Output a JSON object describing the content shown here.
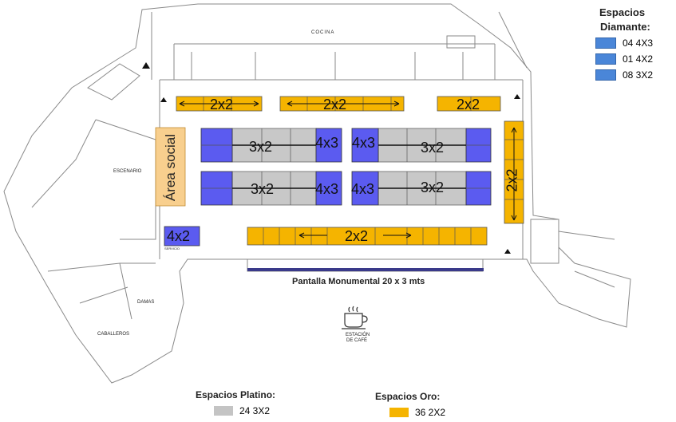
{
  "rooms": {
    "cocina": "COCINA",
    "escenario": "ESCENARIO",
    "damas": "DAMAS",
    "caballeros": "CABALLEROS",
    "estacion_cafe_line1": "ESTACIÓN",
    "estacion_cafe_line2": "DE CAFÉ",
    "servicio": "SERVICIO"
  },
  "social_area": "Área social",
  "screen_label": "Pantalla Monumental 20 x 3 mts",
  "booths": {
    "oro_top_left": "2x2",
    "oro_top_mid": "2x2",
    "oro_top_right": "2x2",
    "oro_right": "2x2",
    "oro_bottom": "2x2",
    "platino_1": "3x2",
    "platino_2": "3x2",
    "platino_3": "3x2",
    "platino_4": "3x2",
    "diamante_1": "4x3",
    "diamante_2": "4x3",
    "diamante_3": "4x3",
    "diamante_4": "4x3",
    "diamante_4x2": "4x2"
  },
  "legend": {
    "diamante": {
      "title_line1": "Espacios",
      "title_line2": "Diamante:",
      "items": [
        "04 4X3",
        "01 4X2",
        "08 3X2"
      ]
    },
    "platino": {
      "title": "Espacios Platino:",
      "item": "24 3X2"
    },
    "oro": {
      "title": "Espacios Oro:",
      "item": "36 2X2"
    }
  },
  "colors": {
    "oro": "#f5b400",
    "platino": "#c8c8c8",
    "diamante": "#5b5bf0",
    "legend_diamante": "#4a86d8",
    "social": "#f8cf8e",
    "wall": "#8a8a8a"
  },
  "icons": [
    "coffee-cup-icon",
    "north-arrow-icon"
  ]
}
